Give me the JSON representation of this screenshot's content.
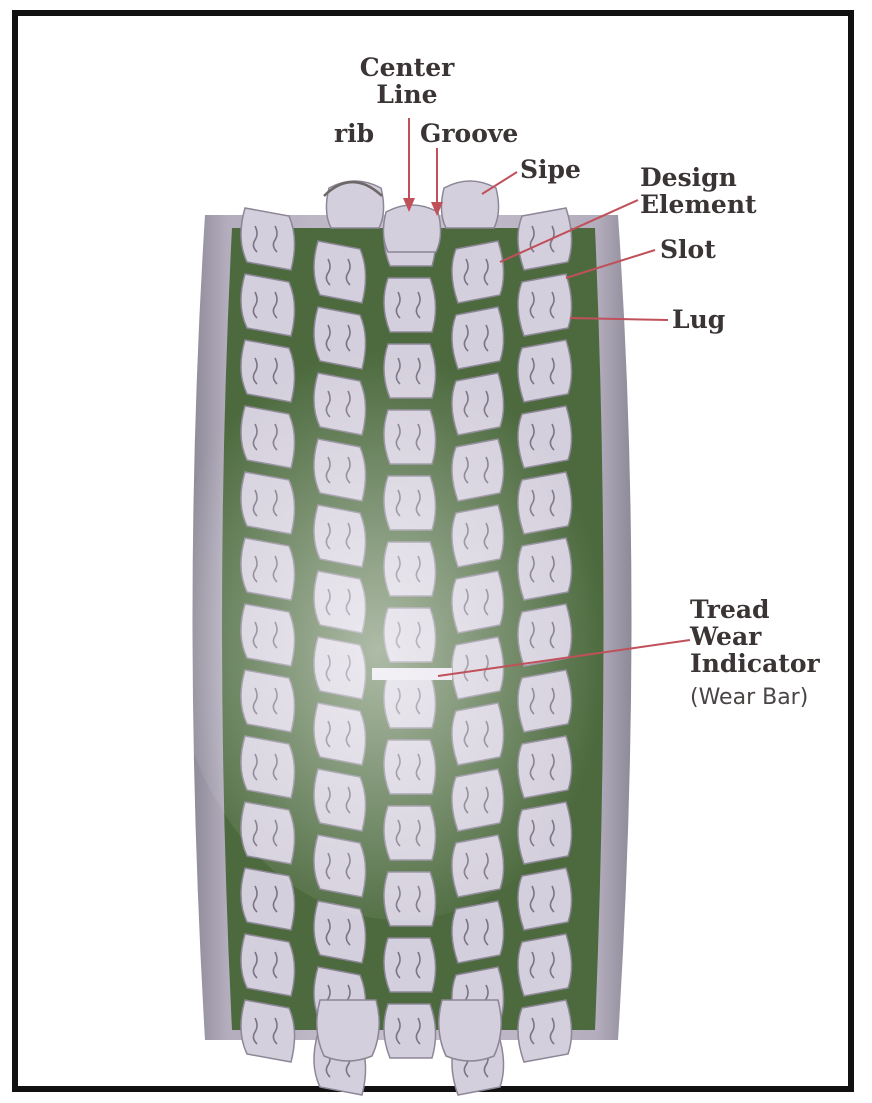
{
  "labels": {
    "center_line_1": "Center",
    "center_line_2": "Line",
    "rib": "rib",
    "groove": "Groove",
    "sipe": "Sipe",
    "design_element_1": "Design",
    "design_element_2": "Element",
    "slot": "Slot",
    "lug": "Lug",
    "tread_1": "Tread",
    "tread_2": "Wear",
    "tread_3": "Indicator",
    "tread_4": "(Wear Bar)"
  },
  "colors": {
    "leader": "#c0505a",
    "tire_gray": "#aaa3b3",
    "block": "#d4cfdc",
    "groove_green": "#3f5a33",
    "text": "#3a3434"
  }
}
